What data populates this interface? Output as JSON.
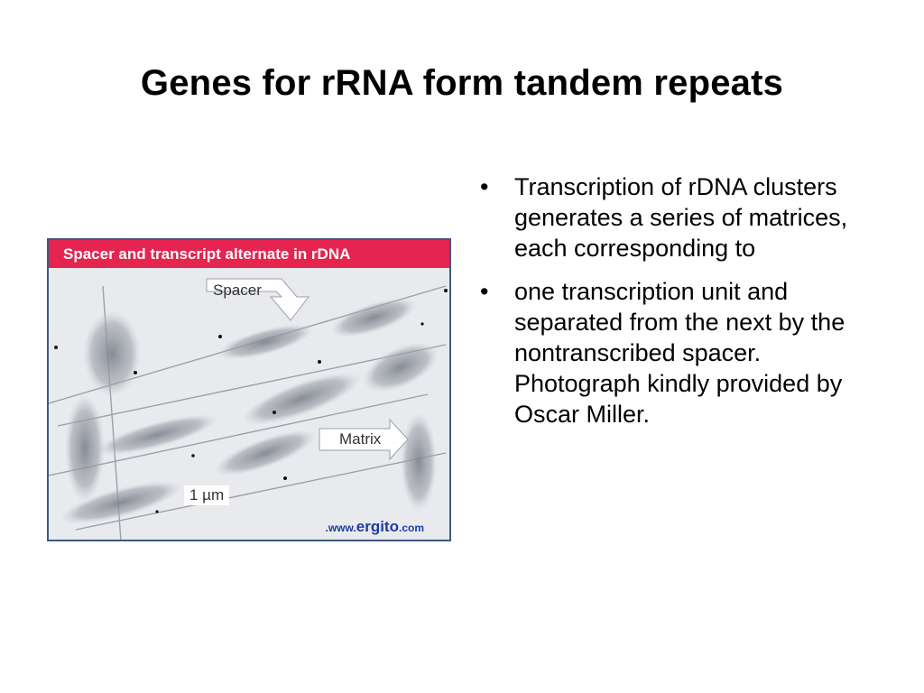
{
  "slide": {
    "title": "Genes for rRNA form tandem repeats"
  },
  "figure": {
    "header": "Spacer and transcript alternate in rDNA",
    "labels": {
      "spacer": "Spacer",
      "matrix": "Matrix",
      "scale_bar": "1 µm"
    },
    "watermark": {
      "prefix": ".www.",
      "brand": "ergito",
      "suffix": ".com"
    },
    "colors": {
      "header_bg": "#e5244f",
      "border": "#3d5a80",
      "watermark": "#1c3c9c"
    }
  },
  "bullets": [
    {
      "marker": "•",
      "text": "Transcription of rDNA clusters generates a series of matrices, each corresponding to"
    },
    {
      "marker": "•",
      "text": "one transcription unit and separated from the next by the nontranscribed spacer. Photograph kindly provided by Oscar Miller."
    }
  ]
}
